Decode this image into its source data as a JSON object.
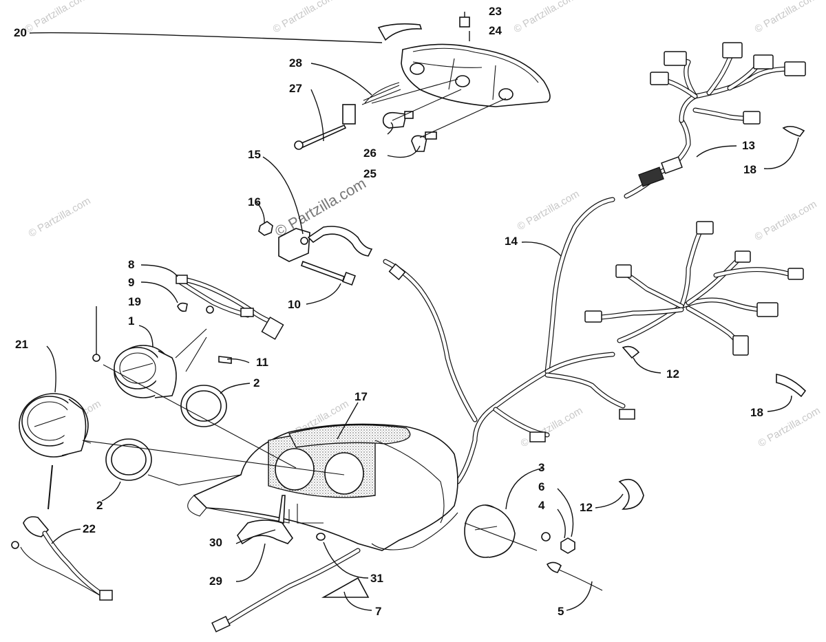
{
  "watermark": {
    "text": "© Partzilla.com",
    "center_text": "© Partzilla.com"
  },
  "callouts": [
    {
      "id": "c1",
      "label": "1"
    },
    {
      "id": "c2a",
      "label": "2"
    },
    {
      "id": "c2b",
      "label": "2"
    },
    {
      "id": "c3",
      "label": "3"
    },
    {
      "id": "c4",
      "label": "4"
    },
    {
      "id": "c5",
      "label": "5"
    },
    {
      "id": "c6",
      "label": "6"
    },
    {
      "id": "c7",
      "label": "7"
    },
    {
      "id": "c8",
      "label": "8"
    },
    {
      "id": "c9",
      "label": "9"
    },
    {
      "id": "c10",
      "label": "10"
    },
    {
      "id": "c11",
      "label": "11"
    },
    {
      "id": "c12a",
      "label": "12"
    },
    {
      "id": "c12b",
      "label": "12"
    },
    {
      "id": "c13",
      "label": "13"
    },
    {
      "id": "c14",
      "label": "14"
    },
    {
      "id": "c15",
      "label": "15"
    },
    {
      "id": "c16",
      "label": "16"
    },
    {
      "id": "c17",
      "label": "17"
    },
    {
      "id": "c18a",
      "label": "18"
    },
    {
      "id": "c18b",
      "label": "18"
    },
    {
      "id": "c19",
      "label": "19"
    },
    {
      "id": "c20",
      "label": "20"
    },
    {
      "id": "c21",
      "label": "21"
    },
    {
      "id": "c22",
      "label": "22"
    },
    {
      "id": "c23",
      "label": "23"
    },
    {
      "id": "c24",
      "label": "24"
    },
    {
      "id": "c25",
      "label": "25"
    },
    {
      "id": "c26",
      "label": "26"
    },
    {
      "id": "c27",
      "label": "27"
    },
    {
      "id": "c28",
      "label": "28"
    },
    {
      "id": "c29",
      "label": "29"
    },
    {
      "id": "c30",
      "label": "30"
    },
    {
      "id": "c31",
      "label": "31"
    }
  ]
}
